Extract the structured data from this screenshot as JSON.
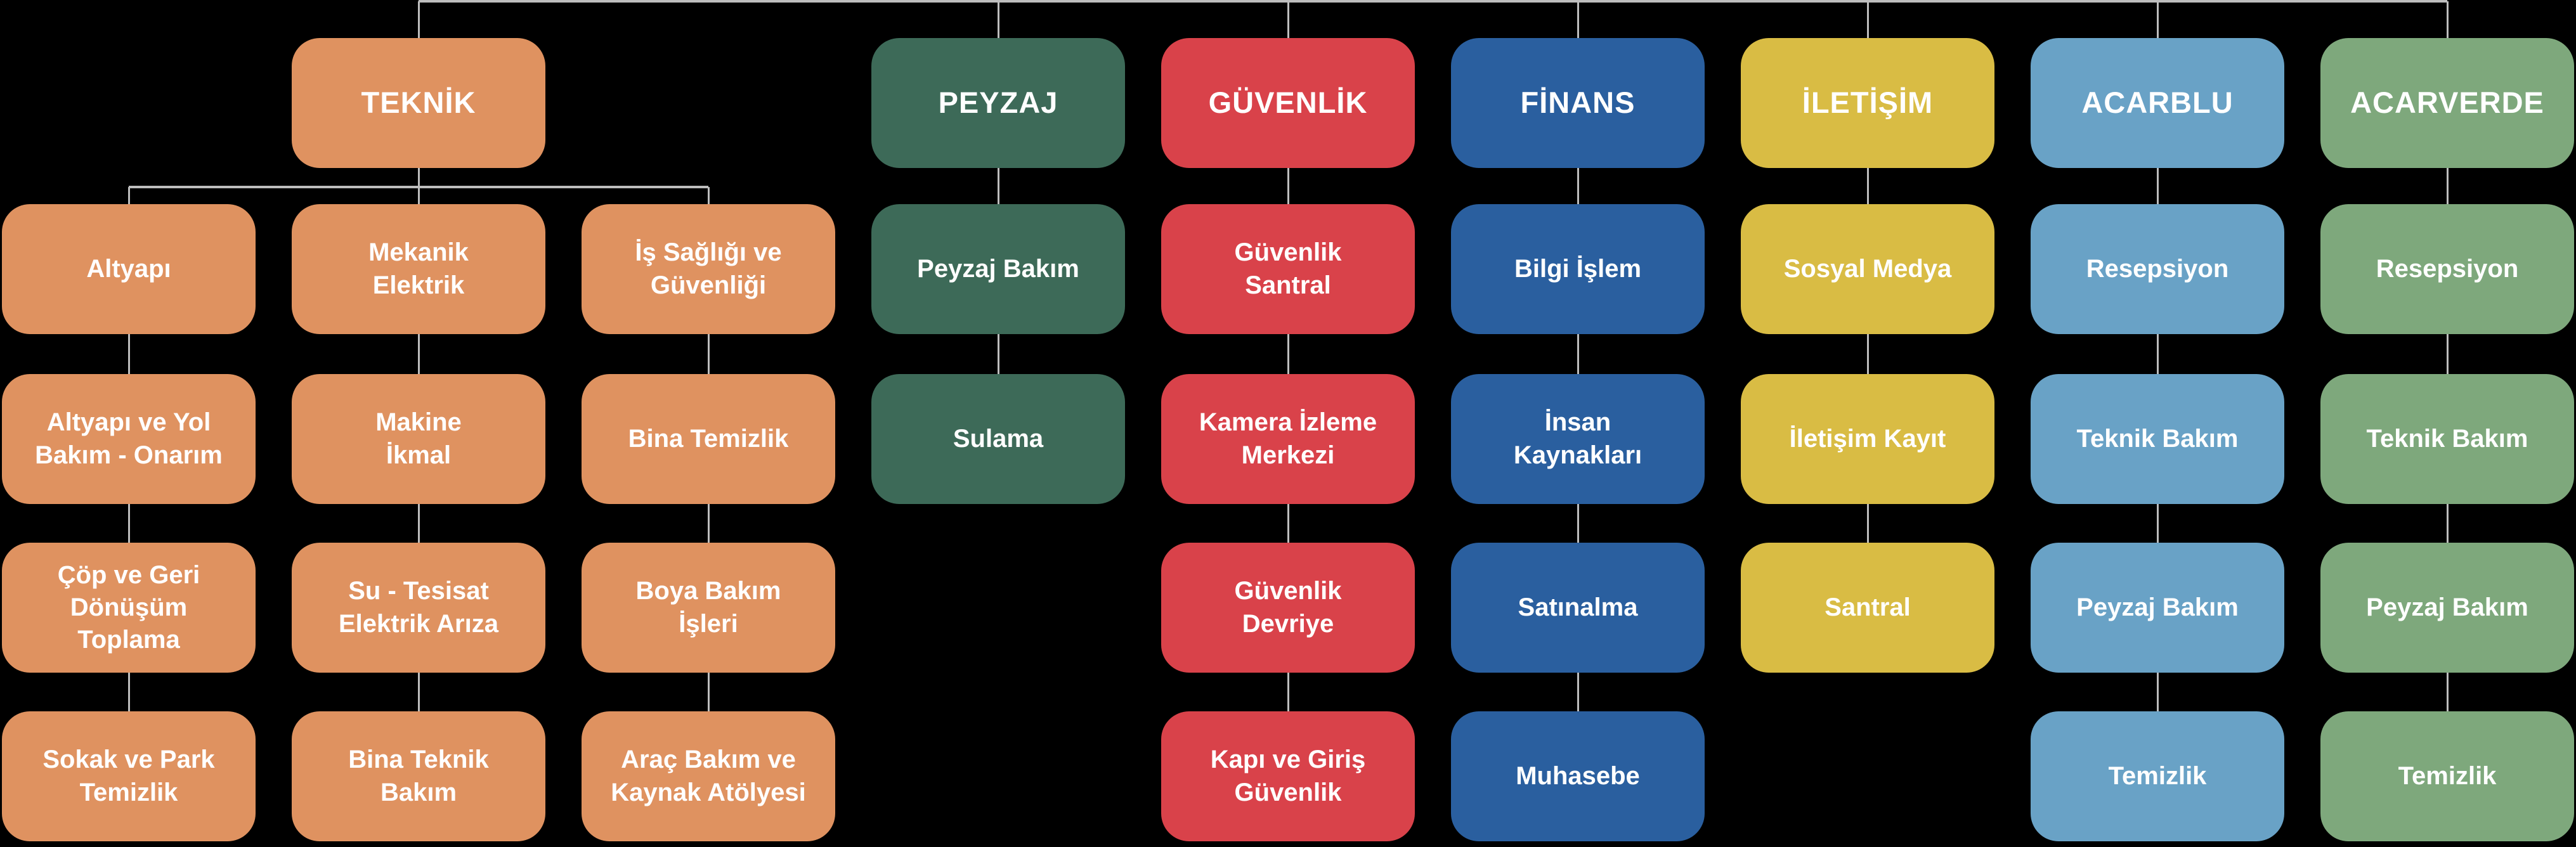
{
  "canvas": {
    "background": "#000000",
    "text_color": "#ffffff",
    "line_color": "#bdbdbd"
  },
  "columns": [
    {
      "id": "teknik-sub-left",
      "color": "#DF9260",
      "header": null,
      "boxes": [
        "Altyapı",
        "Altyapı ve Yol\nBakım - Onarım",
        "Çöp ve Geri\nDönüşüm\nToplama",
        "Sokak ve Park\nTemizlik"
      ]
    },
    {
      "id": "teknik",
      "color": "#DF9260",
      "header": "TEKNİK",
      "boxes": [
        "Mekanik\nElektrik",
        "Makine\nİkmal",
        "Su - Tesisat\nElektrik Arıza",
        "Bina Teknik\nBakım"
      ]
    },
    {
      "id": "teknik-sub-right",
      "color": "#DF9260",
      "header": null,
      "boxes": [
        "İş Sağlığı ve\nGüvenliği",
        "Bina Temizlik",
        "Boya Bakım\nİşleri",
        "Araç Bakım ve\nKaynak Atölyesi"
      ]
    },
    {
      "id": "peyzaj",
      "color": "#3D6A58",
      "header": "PEYZAJ",
      "boxes": [
        "Peyzaj Bakım",
        "Sulama"
      ]
    },
    {
      "id": "guvenlik",
      "color": "#D9424A",
      "header": "GÜVENLİK",
      "boxes": [
        "Güvenlik\nSantral",
        "Kamera İzleme\nMerkezi",
        "Güvenlik\nDevriye",
        "Kapı ve Giriş\nGüvenlik"
      ]
    },
    {
      "id": "finans",
      "color": "#2A5F9F",
      "header": "FİNANS",
      "boxes": [
        "Bilgi İşlem",
        "İnsan\nKaynakları",
        "Satınalma",
        "Muhasebe"
      ]
    },
    {
      "id": "iletisim",
      "color": "#D9BC44",
      "header": "İLETİŞİM",
      "boxes": [
        "Sosyal Medya",
        "İletişim Kayıt",
        "Santral"
      ]
    },
    {
      "id": "acarblu",
      "color": "#69A2C6",
      "header": "ACARBLU",
      "boxes": [
        "Resepsiyon",
        "Teknik Bakım",
        "Peyzaj Bakım",
        "Temizlik"
      ]
    },
    {
      "id": "acarverde",
      "color": "#7EA87C",
      "header": "ACARVERDE",
      "boxes": [
        "Resepsiyon",
        "Teknik Bakım",
        "Peyzaj Bakım",
        "Temizlik"
      ]
    }
  ]
}
